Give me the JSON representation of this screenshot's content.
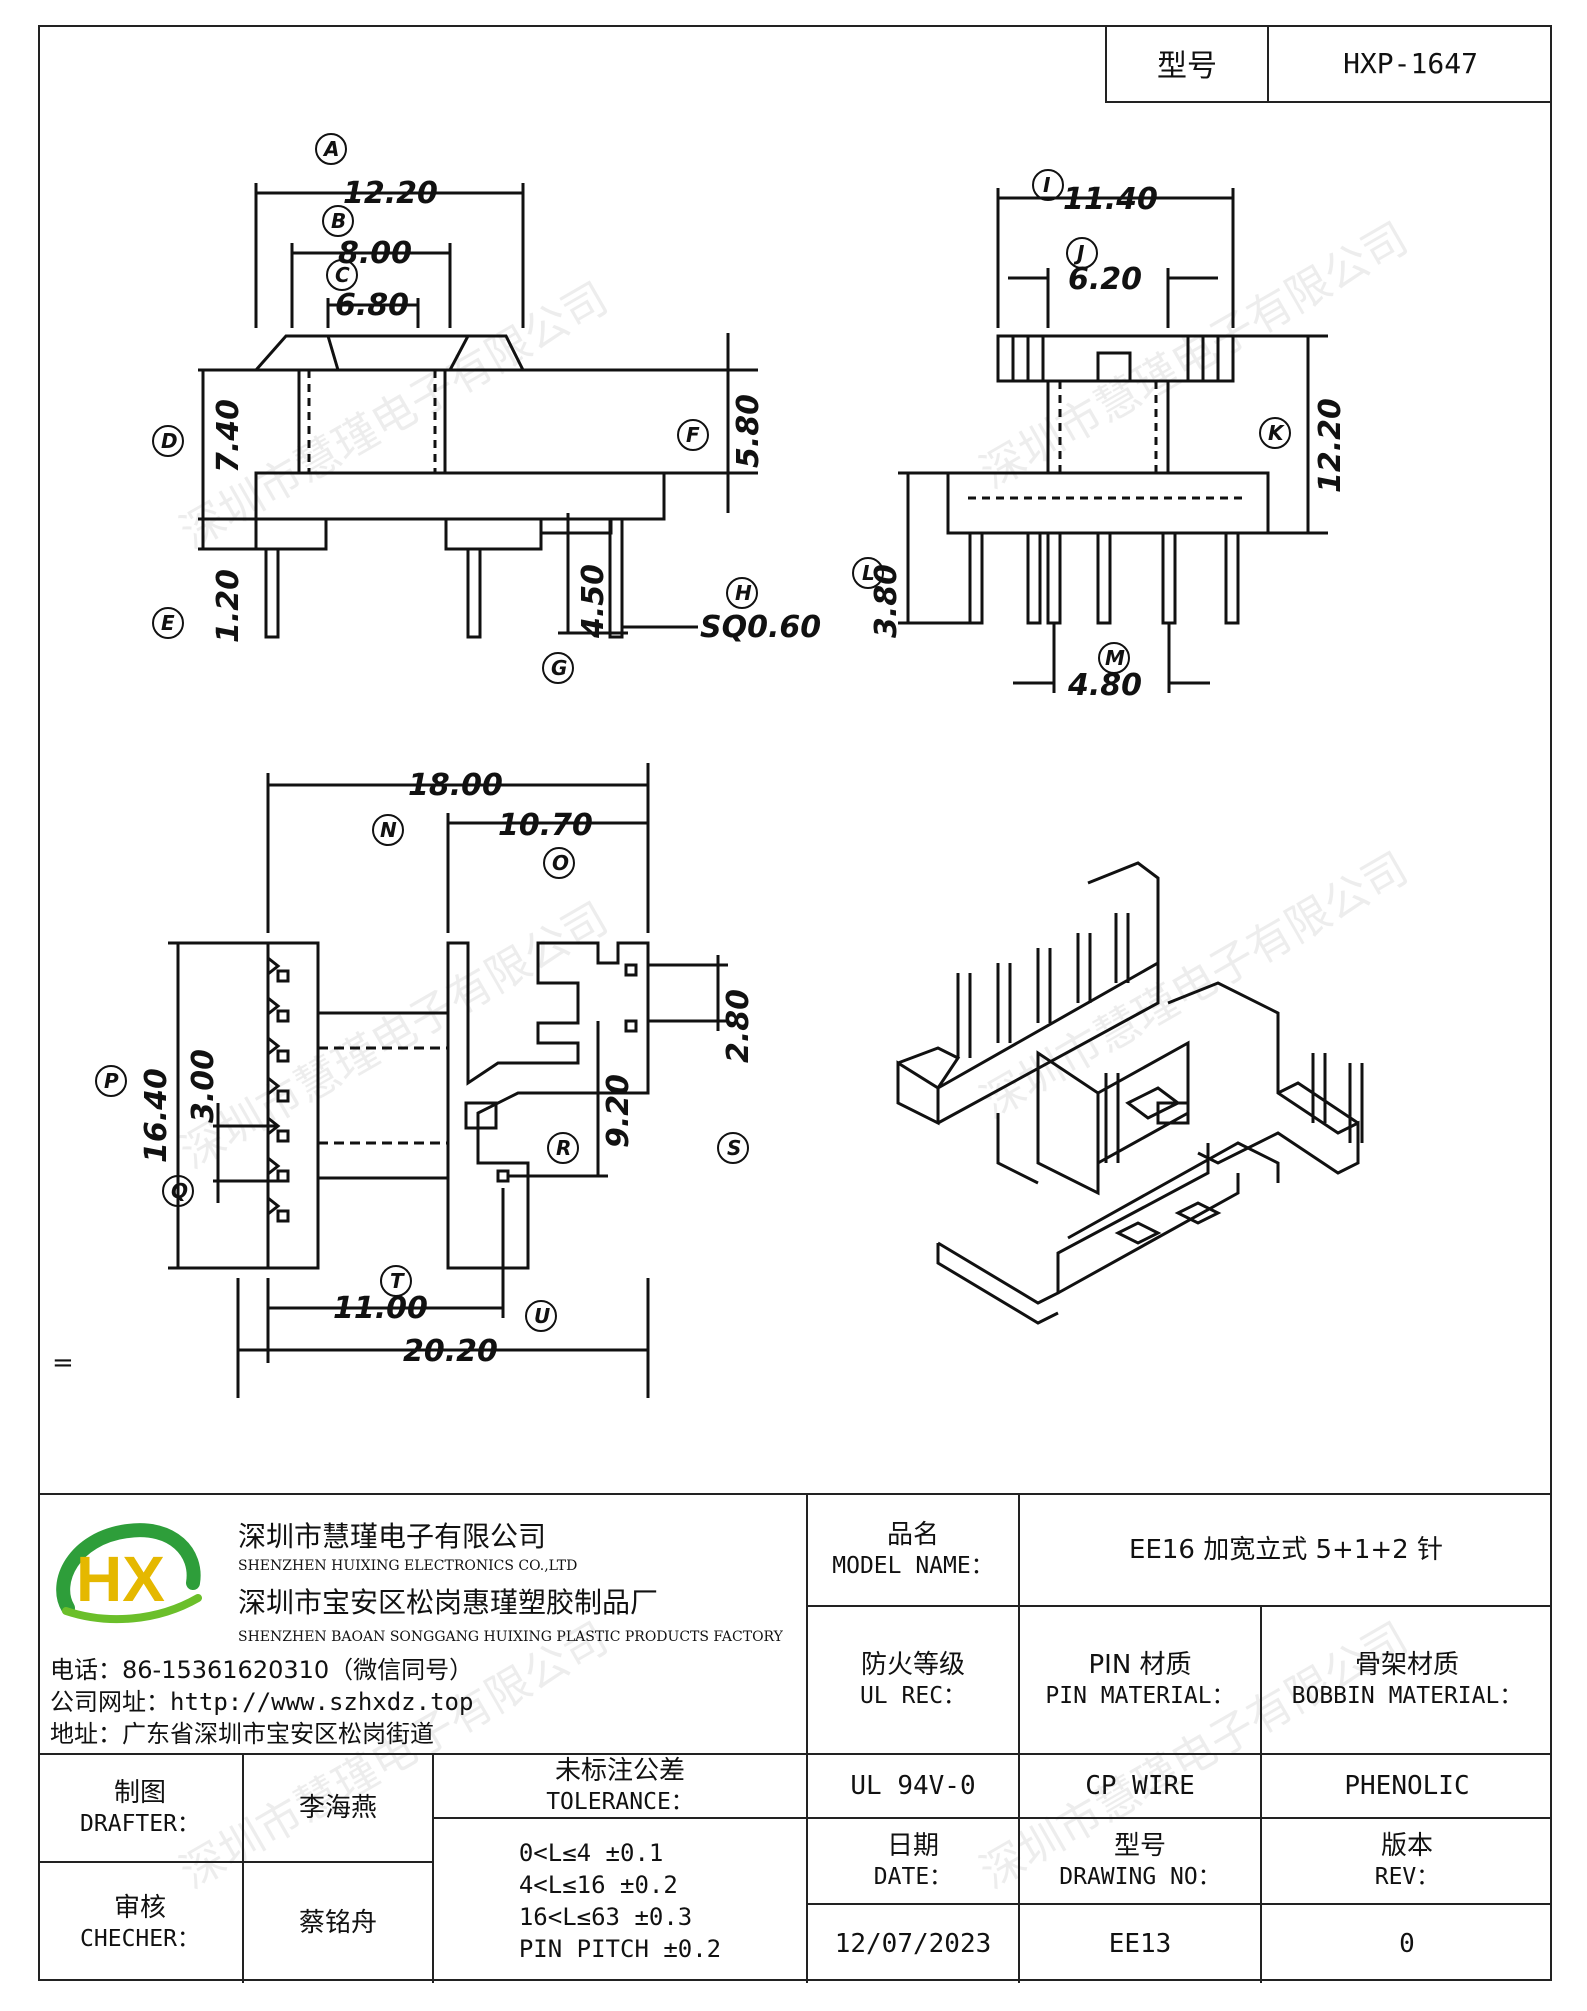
{
  "header": {
    "model_label": "型号",
    "model_value": "HXP-1647"
  },
  "watermark": "深圳市慧瑾电子有限公司",
  "drawing": {
    "stray_mark": "=",
    "dims": {
      "A": "12.20",
      "B": "8.00",
      "C": "6.80",
      "D": "7.40",
      "E": "1.20",
      "F": "5.80",
      "G": "4.50",
      "H": "SQ0.60",
      "I": "11.40",
      "J": "6.20",
      "K": "12.20",
      "L": "3.80",
      "M": "4.80",
      "N": "18.00",
      "O": "10.70",
      "P": "16.40",
      "Q": "3.00",
      "R": "9.20",
      "S": "2.80",
      "T": "11.00",
      "U": "20.20"
    },
    "letters": {
      "A": "A",
      "B": "B",
      "C": "C",
      "D": "D",
      "E": "E",
      "F": "F",
      "G": "G",
      "H": "H",
      "I": "I",
      "J": "J",
      "K": "K",
      "L": "L",
      "M": "M",
      "N": "N",
      "O": "O",
      "P": "P",
      "Q": "Q",
      "R": "R",
      "S": "S",
      "T": "T",
      "U": "U"
    }
  },
  "company": {
    "logo_text": "HX",
    "name_cn": "深圳市慧瑾电子有限公司",
    "name_en": "SHENZHEN HUIXING ELECTRONICS CO.,LTD",
    "factory_cn": "深圳市宝安区松岗惠瑾塑胶制品厂",
    "factory_en": "SHENZHEN BAOAN SONGGANG HUIXING PLASTIC PRODUCTS FACTORY",
    "phone": "电话：86-15361620310（微信同号）",
    "website": "公司网址：http://www.szhxdz.top",
    "address": "地址：广东省深圳市宝安区松岗街道"
  },
  "title_block": {
    "model_name_cn": "品名",
    "model_name_en": "MODEL NAME：",
    "model_name_value": "EE16 加宽立式 5+1+2 针",
    "ul_cn": "防火等级",
    "ul_en": "UL REC：",
    "pin_cn": "PIN 材质",
    "pin_en": "PIN MATERIAL：",
    "bobbin_cn": "骨架材质",
    "bobbin_en": "BOBBIN MATERIAL：",
    "drafter_cn": "制图",
    "drafter_en": "DRAFTER：",
    "drafter_name": "李海燕",
    "checker_cn": "审核",
    "checker_en": "CHECHER：",
    "checker_name": "蔡铭舟",
    "tolerance_cn": "未标注公差",
    "tolerance_en": "TOLERANCE：",
    "tolerance_lines": [
      "0<L≤4  ±0.1",
      "4<L≤16 ±0.2",
      "16<L≤63 ±0.3",
      "PIN PITCH ±0.2"
    ],
    "ul_value": "UL 94V-0",
    "pin_value": "CP WIRE",
    "bobbin_value": "PHENOLIC",
    "date_cn": "日期",
    "date_en": "DATE：",
    "date_value": "12/07/2023",
    "drawing_no_cn": "型号",
    "drawing_no_en": "DRAWING NO：",
    "drawing_no_value": "EE13",
    "rev_cn": "版本",
    "rev_en": "REV：",
    "rev_value": "0"
  }
}
